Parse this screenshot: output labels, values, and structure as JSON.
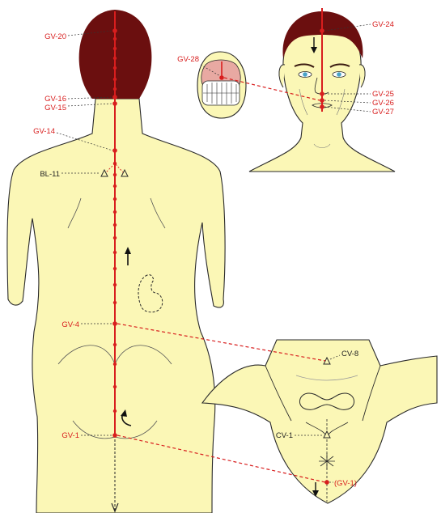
{
  "colors": {
    "skin": "#fbf7b6",
    "hair": "#6b0f0f",
    "meridian": "#d81e1e",
    "outline": "#2a2a2a",
    "label_red": "#d81e1e",
    "label_dark": "#222222"
  },
  "back_figure": {
    "points": [
      "GV-20",
      "GV-16",
      "GV-15",
      "GV-14",
      "BL-11",
      "GV-4",
      "GV-1"
    ]
  },
  "mouth_figure": {
    "points": [
      "GV-28"
    ]
  },
  "face_figure": {
    "points": [
      "GV-24",
      "GV-25",
      "GV-26",
      "GV-27"
    ]
  },
  "perineum_figure": {
    "points": [
      "CV-8",
      "CV-1",
      "(GV-1)"
    ]
  },
  "icons": [
    "arrow-up-icon",
    "arrow-down-icon",
    "curved-arrow-icon",
    "kidney-outline-icon",
    "triangle-marker-icon"
  ]
}
